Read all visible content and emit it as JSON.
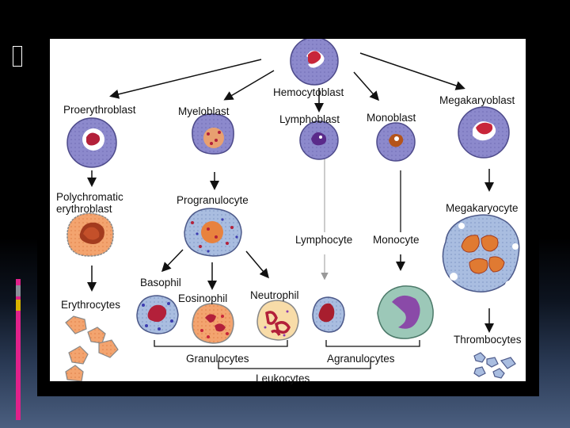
{
  "slide": {
    "colors": {
      "accent_pink": "#e0218a",
      "accent_yellow": "#d9b300",
      "cell_purple": "#8a87c8",
      "cell_orange": "#f29a6a",
      "nucleus_red": "#c8263a"
    }
  },
  "diagram": {
    "nodes": {
      "hemocytoblast": "Hemocytoblast",
      "proerythroblast": "Proerythroblast",
      "myeloblast": "Myeloblast",
      "lymphoblast": "Lymphoblast",
      "monoblast": "Monoblast",
      "megakaryoblast": "Megakaryoblast",
      "polychromatic_line1": "Polychromatic",
      "polychromatic_line2": "erythroblast",
      "progranulocyte": "Progranulocyte",
      "lymphocyte": "Lymphocyte",
      "monocyte": "Monocyte",
      "megakaryocyte": "Megakaryocyte",
      "basophil": "Basophil",
      "eosinophil": "Eosinophil",
      "neutrophil": "Neutrophil",
      "erythrocytes": "Erythrocytes",
      "thrombocytes": "Thrombocytes"
    },
    "groups": {
      "granulocytes": "Granulocytes",
      "agranulocytes": "Agranulocytes",
      "leukocytes": "Leukocytes"
    }
  }
}
